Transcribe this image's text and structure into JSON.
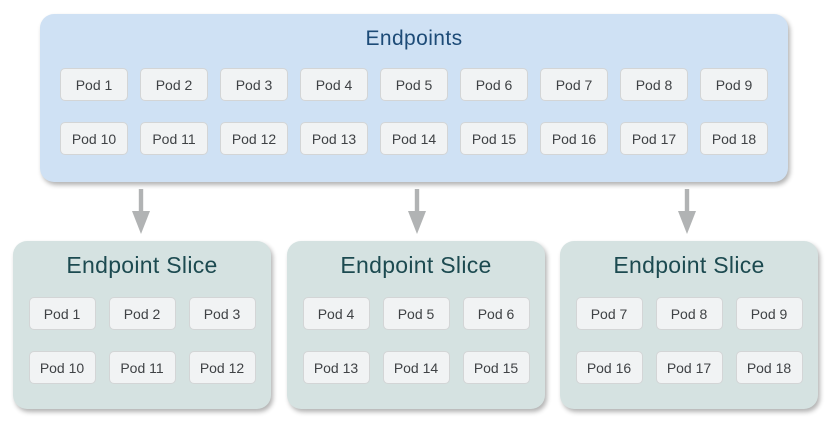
{
  "endpoints": {
    "title": "Endpoints",
    "rows": [
      [
        "Pod 1",
        "Pod 2",
        "Pod 3",
        "Pod 4",
        "Pod 5",
        "Pod 6",
        "Pod 7",
        "Pod 8",
        "Pod 9"
      ],
      [
        "Pod 10",
        "Pod 11",
        "Pod 12",
        "Pod 13",
        "Pod 14",
        "Pod 15",
        "Pod 16",
        "Pod 17",
        "Pod 18"
      ]
    ]
  },
  "slices": [
    {
      "title": "Endpoint Slice",
      "rows": [
        [
          "Pod 1",
          "Pod 2",
          "Pod 3"
        ],
        [
          "Pod 10",
          "Pod 11",
          "Pod 12"
        ]
      ]
    },
    {
      "title": "Endpoint Slice",
      "rows": [
        [
          "Pod 4",
          "Pod 5",
          "Pod 6"
        ],
        [
          "Pod 13",
          "Pod 14",
          "Pod 15"
        ]
      ]
    },
    {
      "title": "Endpoint Slice",
      "rows": [
        [
          "Pod 7",
          "Pod 8",
          "Pod 9"
        ],
        [
          "Pod 16",
          "Pod 17",
          "Pod 18"
        ]
      ]
    }
  ],
  "colors": {
    "endpoints_box_bg": "#cfe1f4",
    "endpoints_title_text": "#1d4b77",
    "slice_box_bg": "#d5e2e1",
    "slice_title_text": "#1c4a50",
    "pod_bg": "#f1f3f4",
    "pod_border": "#d3d5d6",
    "pod_text": "#3f4245",
    "arrow": "#b1b3b4"
  }
}
